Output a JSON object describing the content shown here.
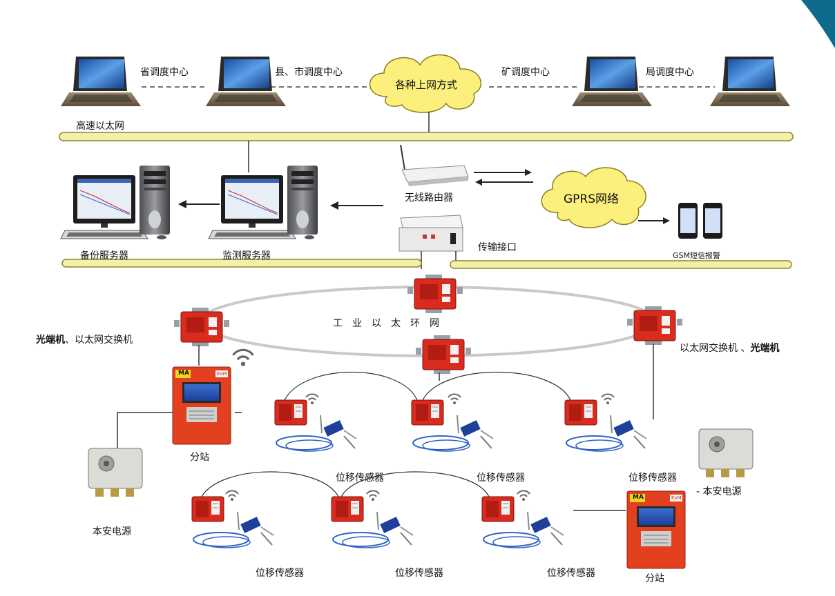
{
  "top_labels": {
    "province": "省调度中心",
    "county_city": "县、市调度中心",
    "cloud_internet": "各种上网方式",
    "mine": "矿调度中心",
    "bureau": "局调度中心",
    "ethernet": "高速以太网"
  },
  "mid_labels": {
    "router": "无线路由器",
    "gprs": "GPRS网络",
    "interface": "传输接口",
    "gsm": "GSM短信报警",
    "backup_server": "备份服务器",
    "monitor_server": "监测服务器"
  },
  "ring": {
    "title": "工　业　以　太　环　网",
    "left_switch_bold": "光端机",
    "left_switch_rest": "、以太网交换机",
    "right_switch_rest": "以太网交换机 、",
    "right_switch_bold": "光端机"
  },
  "field": {
    "substation": "分站",
    "power_source": "本安电源",
    "power_source_partial": "- 本安电源",
    "sensor": "位移传感器",
    "ma_mark": "MA",
    "exd_mark": "ExM"
  },
  "colors": {
    "bus": "#f5f0a8",
    "bus_border": "#8a8530",
    "cloud": "#fbf07c",
    "device_red": "#d92b1e",
    "ring": "#c9c9c9",
    "corner": "#0f6b8c"
  }
}
